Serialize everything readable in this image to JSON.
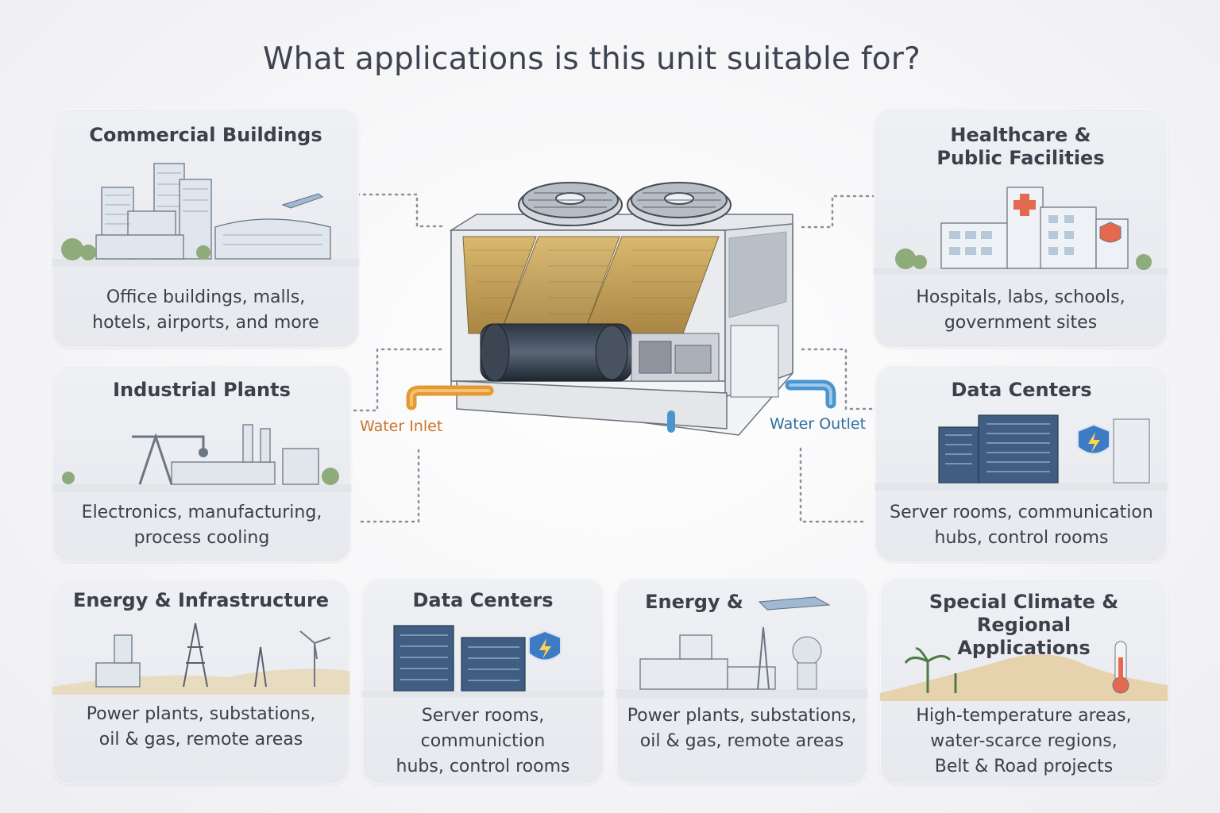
{
  "title": "What applications is this unit suitable for?",
  "unit": {
    "water_inlet_label": "Water Inlet",
    "water_outlet_label": "Water Outlet",
    "inlet_color": "#e39a33",
    "outlet_color": "#4a94cf"
  },
  "cards": {
    "commercial": {
      "heading": "Commercial Buildings",
      "desc": "Office buildings, malls,\n  hotels, airports, and more"
    },
    "healthcare": {
      "heading": "Healthcare &\nPublic Facilities",
      "desc": "Hospitals, labs, schools,\ngovernment sites"
    },
    "industrial": {
      "heading": "Industrial Plants",
      "desc": "Electronics, manufacturing,\nprocess cooling"
    },
    "datacenters_right": {
      "heading": "Data Centers",
      "desc": "Server rooms, communication\nhubs, control rooms"
    },
    "energy_infra": {
      "heading": "Energy & Infrastructure",
      "desc": "Power plants, substations,\noil & gas, remote areas"
    },
    "datacenters_bottom": {
      "heading": "Data Centers",
      "desc": "Server rooms, communiction\nhubs, control rooms"
    },
    "energy_partial": {
      "heading": "Energy &",
      "desc": "Power plants, substations,\noil & gas, remote areas"
    },
    "special_climate": {
      "heading": "Special Climate & Regional\nApplications",
      "desc": "High-temperature areas,\n   water-scarce regions,\n     Belt & Road projects"
    }
  },
  "colors": {
    "card_bg": "#eceef2",
    "accent_red": "#e46a4f",
    "shield_blue": "#3d7bc4",
    "coil_gold": "#c9a55a"
  }
}
